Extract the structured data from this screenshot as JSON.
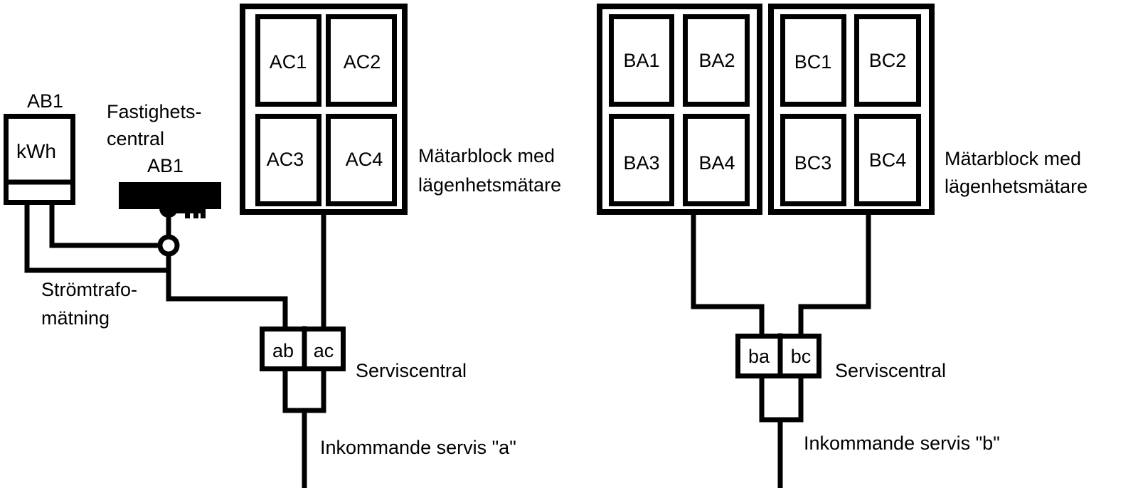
{
  "diagram": {
    "meter_ab1": {
      "title": "AB1",
      "unit": "kWh"
    },
    "fastighetscentral": {
      "label_line1": "Fastighets-",
      "label_line2": "central",
      "id": "AB1"
    },
    "stromtrafo": {
      "label_line1": "Strömtrafo-",
      "label_line2": "mätning"
    },
    "meter_block_ac": {
      "cells": [
        "AC1",
        "AC2",
        "AC3",
        "AC4"
      ],
      "label_line1": "Mätarblock med",
      "label_line2": "lägenhetsmätare"
    },
    "meter_block_ba": {
      "cells": [
        "BA1",
        "BA2",
        "BA3",
        "BA4"
      ]
    },
    "meter_block_bc": {
      "cells": [
        "BC1",
        "BC2",
        "BC3",
        "BC4"
      ],
      "label_line1": "Mätarblock med",
      "label_line2": "lägenhetsmätare"
    },
    "service_a": {
      "cells": [
        "ab",
        "ac"
      ],
      "label": "Serviscentral",
      "incoming": "Inkommande servis \"a\""
    },
    "service_b": {
      "cells": [
        "ba",
        "bc"
      ],
      "label": "Serviscentral",
      "incoming": "Inkommande servis \"b\""
    }
  }
}
